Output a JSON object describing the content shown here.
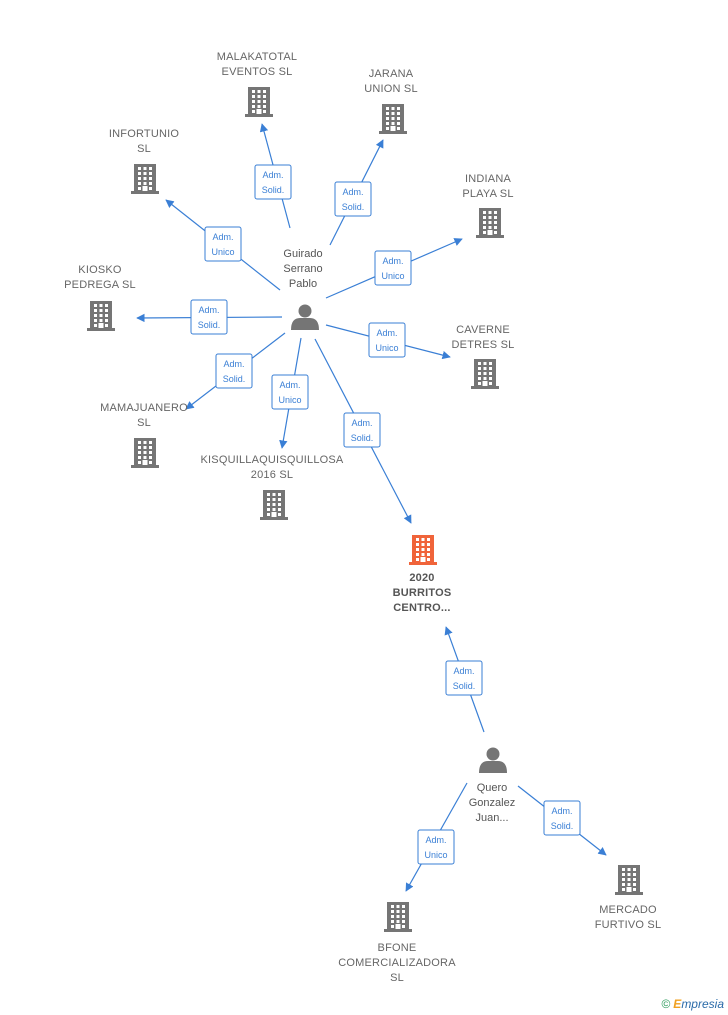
{
  "colors": {
    "edge": "#3a7fd5",
    "company": "#757575",
    "focus_company": "#f0643a",
    "person": "#757575",
    "label": "#666666"
  },
  "persons": [
    {
      "id": "p1",
      "lines": [
        "Guirado",
        "Serrano",
        "Pablo"
      ],
      "icon": "person-icon"
    },
    {
      "id": "p2",
      "lines": [
        "Quero",
        "Gonzalez",
        "Juan..."
      ],
      "icon": "person-icon"
    }
  ],
  "companies": [
    {
      "id": "c1",
      "lines": [
        "MALAKATOTAL",
        "EVENTOS  SL"
      ],
      "icon": "building-icon",
      "focus": false
    },
    {
      "id": "c2",
      "lines": [
        "JARANA",
        "UNION  SL"
      ],
      "icon": "building-icon",
      "focus": false
    },
    {
      "id": "c3",
      "lines": [
        "INFORTUNIO",
        "SL"
      ],
      "icon": "building-icon",
      "focus": false
    },
    {
      "id": "c4",
      "lines": [
        "INDIANA",
        "PLAYA  SL"
      ],
      "icon": "building-icon",
      "focus": false
    },
    {
      "id": "c5",
      "lines": [
        "KIOSKO",
        "PEDREGA  SL"
      ],
      "icon": "building-icon",
      "focus": false
    },
    {
      "id": "c6",
      "lines": [
        "CAVERNE",
        "DETRES  SL"
      ],
      "icon": "building-icon",
      "focus": false
    },
    {
      "id": "c7",
      "lines": [
        "MAMAJUANERO",
        "SL"
      ],
      "icon": "building-icon",
      "focus": false
    },
    {
      "id": "c8",
      "lines": [
        "KISQUILLAQUISQUILLOSA",
        "2016  SL"
      ],
      "icon": "building-icon",
      "focus": false
    },
    {
      "id": "c9",
      "lines": [
        "2020",
        "BURRITOS",
        "CENTRO..."
      ],
      "icon": "building-icon",
      "focus": true
    },
    {
      "id": "c10",
      "lines": [
        "BFONE",
        "COMERCIALIZADORA",
        "SL"
      ],
      "icon": "building-icon",
      "focus": false
    },
    {
      "id": "c11",
      "lines": [
        "MERCADO",
        "FURTIVO  SL"
      ],
      "icon": "building-icon",
      "focus": false
    }
  ],
  "edges": [
    {
      "from": "p1",
      "to": "c1",
      "lines": [
        "Adm.",
        "Solid."
      ]
    },
    {
      "from": "p1",
      "to": "c2",
      "lines": [
        "Adm.",
        "Solid."
      ]
    },
    {
      "from": "p1",
      "to": "c3",
      "lines": [
        "Adm.",
        "Unico"
      ]
    },
    {
      "from": "p1",
      "to": "c4",
      "lines": [
        "Adm.",
        "Unico"
      ]
    },
    {
      "from": "p1",
      "to": "c5",
      "lines": [
        "Adm.",
        "Solid."
      ]
    },
    {
      "from": "p1",
      "to": "c6",
      "lines": [
        "Adm.",
        "Unico"
      ]
    },
    {
      "from": "p1",
      "to": "c7",
      "lines": [
        "Adm.",
        "Solid."
      ]
    },
    {
      "from": "p1",
      "to": "c8",
      "lines": [
        "Adm.",
        "Unico"
      ]
    },
    {
      "from": "p1",
      "to": "c9",
      "lines": [
        "Adm.",
        "Solid."
      ]
    },
    {
      "from": "p2",
      "to": "c9",
      "lines": [
        "Adm.",
        "Solid."
      ]
    },
    {
      "from": "p2",
      "to": "c10",
      "lines": [
        "Adm.",
        "Unico"
      ]
    },
    {
      "from": "p2",
      "to": "c11",
      "lines": [
        "Adm.",
        "Solid."
      ]
    }
  ],
  "footer": {
    "copyright_symbol": "©",
    "brand_first": "E",
    "brand_rest": "mpresia"
  }
}
